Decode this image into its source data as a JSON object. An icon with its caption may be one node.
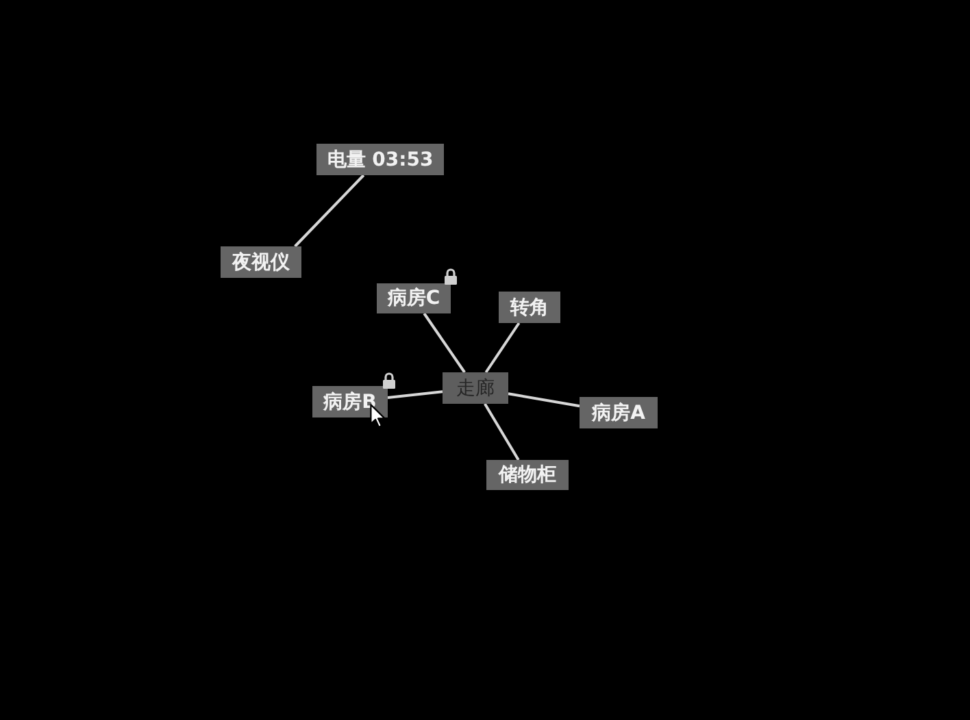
{
  "diagram": {
    "nodes": [
      {
        "text": [
          "电量 03:53"
        ]
      },
      {
        "text": [
          "夜视仪"
        ]
      },
      {
        "text": [
          "病房C"
        ]
      },
      {
        "text": [
          "转角"
        ]
      },
      {
        "text": [
          "走廊"
        ]
      },
      {
        "text": [
          "病房B"
        ]
      },
      {
        "text": [
          "病房A"
        ]
      },
      {
        "text": [
          "储物柜"
        ]
      }
    ],
    "edges": [
      {
        "from": 0,
        "to": 1,
        "arrow": "none"
      },
      {
        "from": 4,
        "to": 2,
        "arrow": "none"
      },
      {
        "from": 4,
        "to": 3,
        "arrow": "none"
      },
      {
        "from": 4,
        "to": 5,
        "arrow": "none"
      },
      {
        "from": 4,
        "to": 6,
        "arrow": "none"
      },
      {
        "from": 4,
        "to": 7,
        "arrow": "none"
      }
    ]
  }
}
